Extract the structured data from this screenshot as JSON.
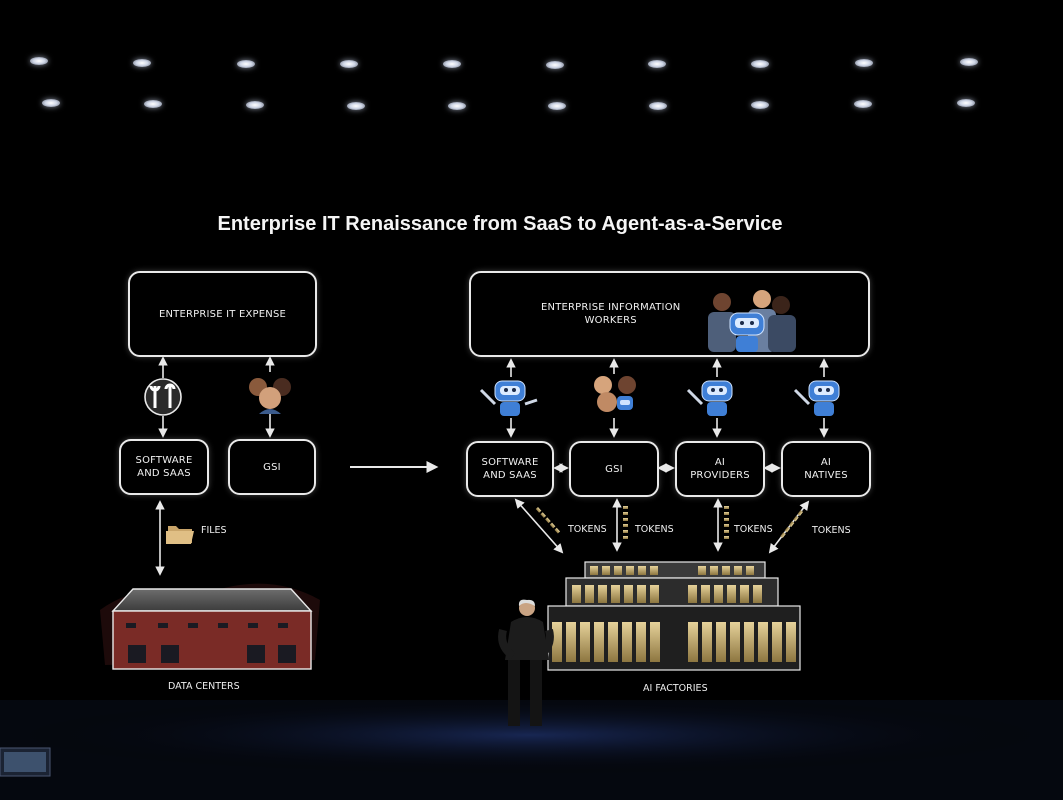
{
  "slide": {
    "title": "Enterprise IT Renaissance from SaaS to Agent-as-a-Service"
  },
  "left": {
    "top_box": "ENTERPRISE IT EXPENSE",
    "software_box": "SOFTWARE\nAND SAAS",
    "gsi_box": "GSI",
    "files_label": "FILES",
    "bottom_label": "DATA CENTERS"
  },
  "right": {
    "top_box": "ENTERPRISE INFORMATION\nWORKERS",
    "software_box": "SOFTWARE\nAND SAAS",
    "gsi_box": "GSI",
    "providers_box": "AI\nPROVIDERS",
    "natives_box": "AI\nNATIVES",
    "tokens_label": "TOKENS",
    "bottom_label": "AI FACTORIES"
  },
  "colors": {
    "background": "#000000",
    "line": "#e9e9e9",
    "robot_blue": "#3f7fd6",
    "building_red": "#7a2b26",
    "server_gold": "#c9ac62"
  },
  "icons": [
    "tools-icon",
    "people-icon",
    "robot-icon",
    "folder-icon",
    "datacenter-icon",
    "server-rack-icon",
    "presenter-figure"
  ]
}
